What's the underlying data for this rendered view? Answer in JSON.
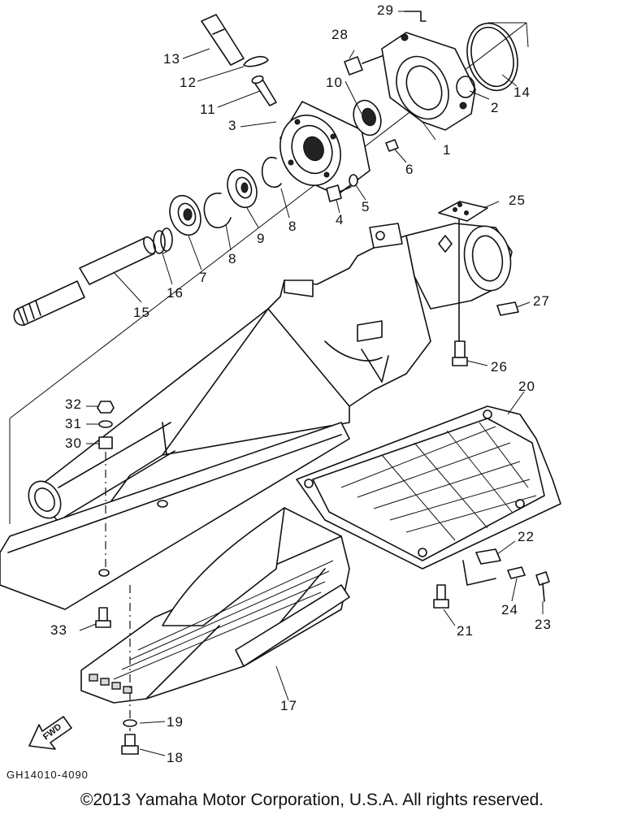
{
  "callouts": {
    "n1": "1",
    "n2": "2",
    "n3": "3",
    "n4": "4",
    "n5": "5",
    "n6": "6",
    "n7": "7",
    "n8a": "8",
    "n8b": "8",
    "n9": "9",
    "n10": "10",
    "n11": "11",
    "n12": "12",
    "n13": "13",
    "n14": "14",
    "n15": "15",
    "n16": "16",
    "n17": "17",
    "n18": "18",
    "n19": "19",
    "n20": "20",
    "n21": "21",
    "n22": "22",
    "n23": "23",
    "n24": "24",
    "n25": "25",
    "n26": "26",
    "n27": "27",
    "n28": "28",
    "n29": "29",
    "n30": "30",
    "n31": "31",
    "n32": "32",
    "n33": "33"
  },
  "fwd_label": "FWD",
  "diagram_code": "GH14010-4090",
  "copyright": "©2013 Yamaha Motor Corporation, U.S.A. All rights reserved."
}
